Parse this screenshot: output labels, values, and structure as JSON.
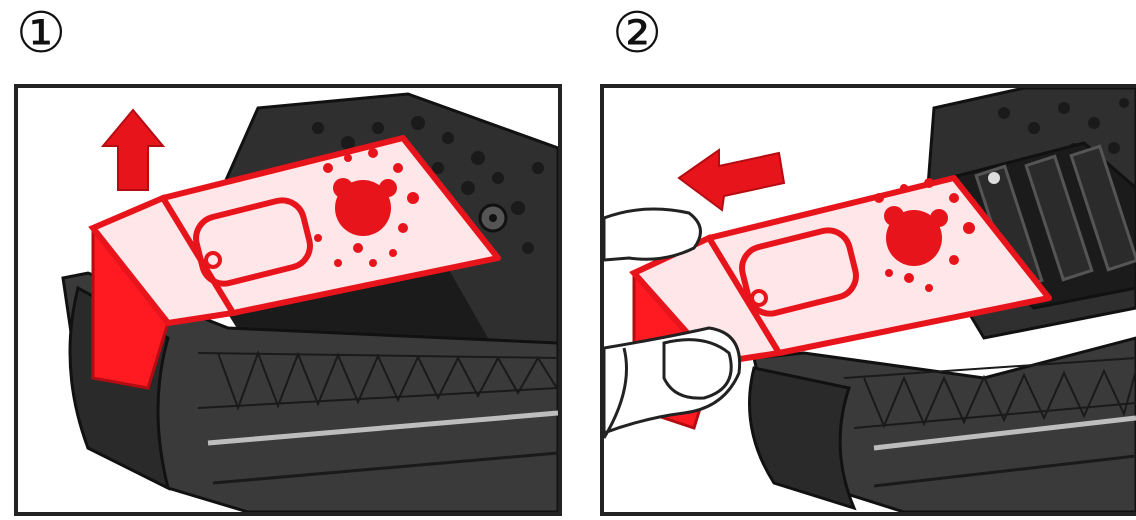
{
  "steps": [
    {
      "label": "①",
      "action": "lift-cover",
      "arrow_direction": "up"
    },
    {
      "label": "②",
      "action": "slide-cover-out",
      "arrow_direction": "left"
    }
  ],
  "colors": {
    "highlight": "#e8141c",
    "cover_fill": "#ffe6e8",
    "device_body": "#2a2a2a",
    "device_mid": "#4a4a4a",
    "frame": "#222222",
    "hand_fill": "#ffffff"
  }
}
